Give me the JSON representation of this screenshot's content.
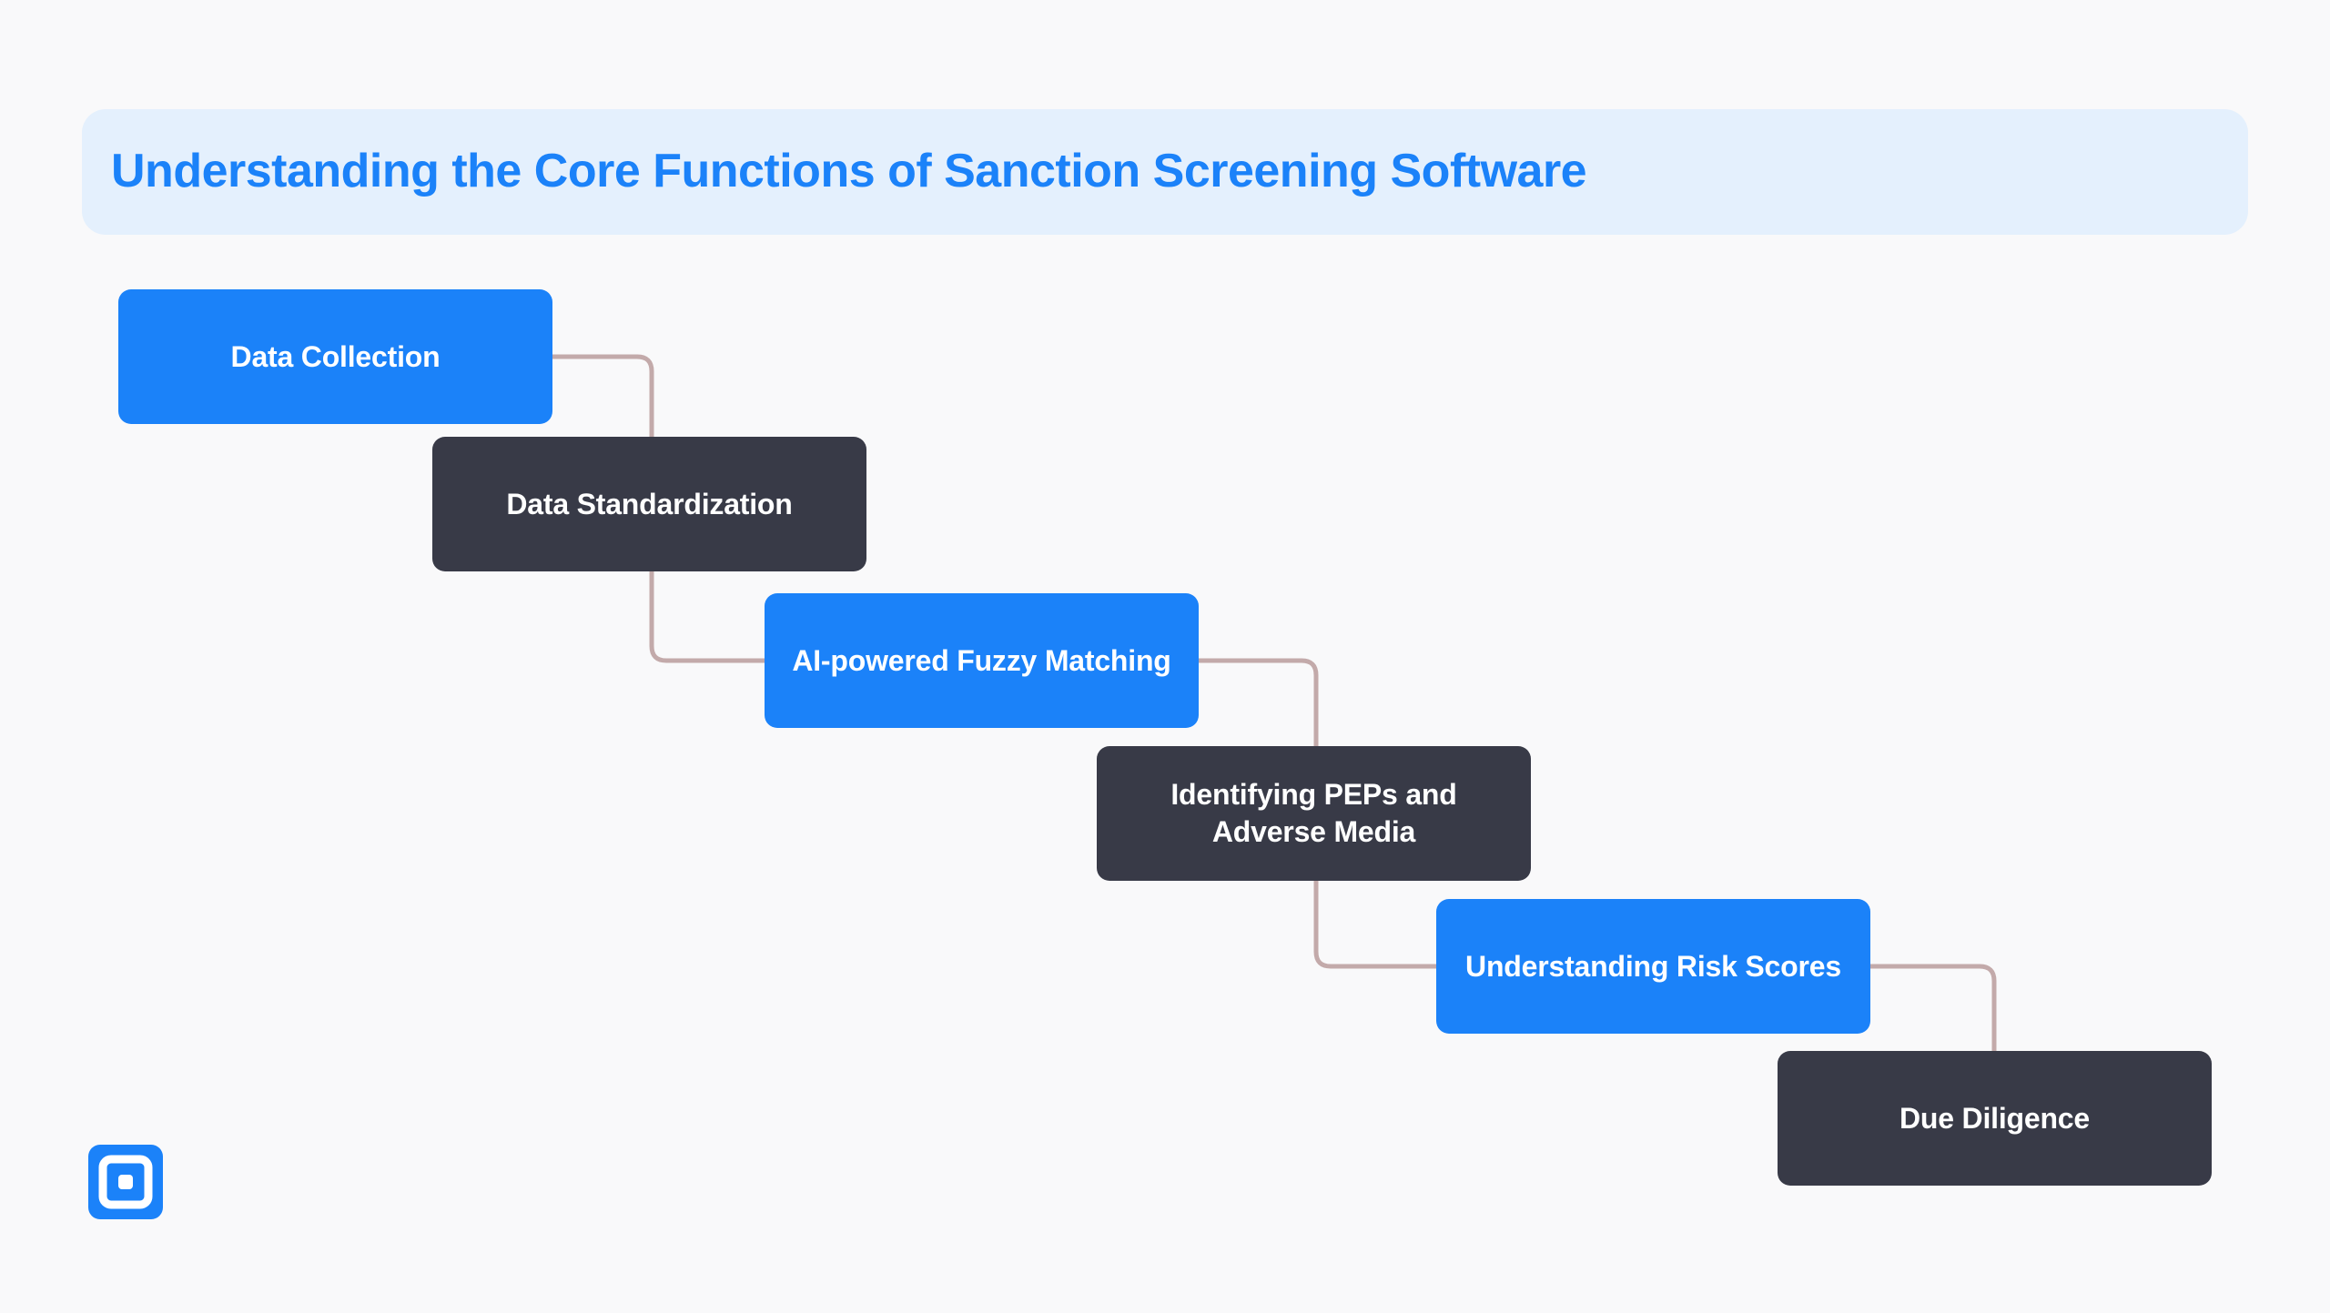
{
  "page": {
    "background_color": "#f9f9fa"
  },
  "header": {
    "title": "Understanding the Core Functions of Sanction Screening Software",
    "background_color": "#e4f0fd",
    "text_color": "#1b82f9"
  },
  "diagram": {
    "type": "staircase-flow",
    "connector_color": "#c3aaaa",
    "accent_color": "#1b82f9",
    "dark_color": "#383a47",
    "nodes": [
      {
        "label": "Data Collection",
        "style": "accent"
      },
      {
        "label": "Data Standardization",
        "style": "dark"
      },
      {
        "label": "AI-powered Fuzzy Matching",
        "style": "accent"
      },
      {
        "label": "Identifying PEPs and Adverse Media",
        "style": "dark"
      },
      {
        "label": "Understanding Risk Scores",
        "style": "accent"
      },
      {
        "label": "Due Diligence",
        "style": "dark"
      }
    ]
  },
  "footer": {
    "logo_name": "nested-square-logo",
    "logo_color": "#1b82f9"
  }
}
